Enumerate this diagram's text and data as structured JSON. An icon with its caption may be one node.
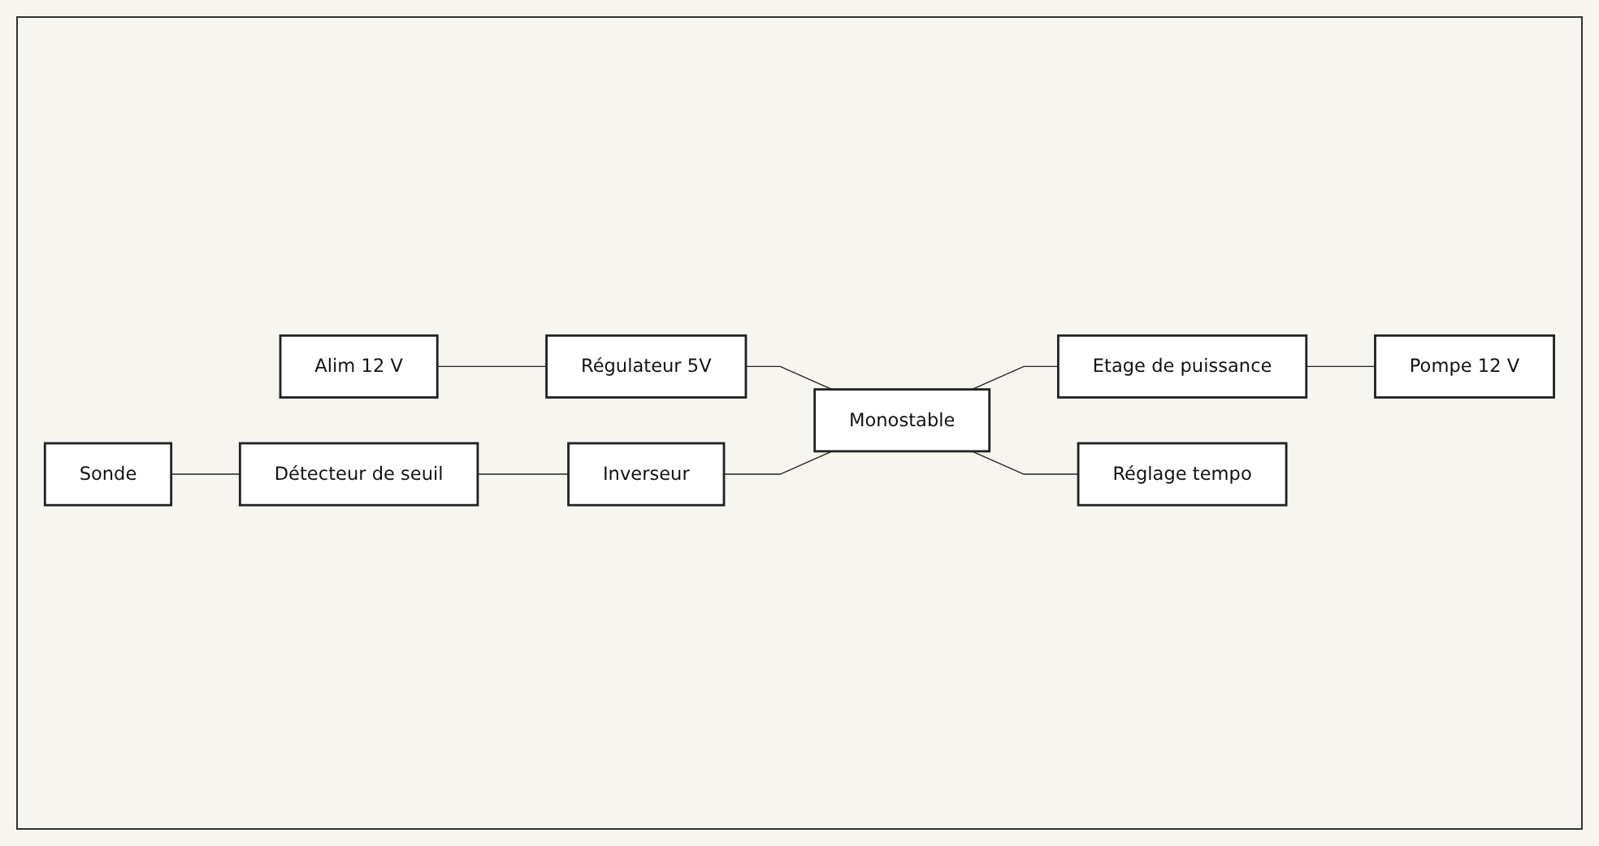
{
  "diagram": {
    "nodes": [
      {
        "text": [
          "Alim 12 V"
        ]
      },
      {
        "text": [
          "Régulateur 5V"
        ]
      },
      {
        "text": [
          "Sonde"
        ]
      },
      {
        "text": [
          "Détecteur de seuil"
        ]
      },
      {
        "text": [
          "Inverseur"
        ]
      },
      {
        "text": [
          "Monostable"
        ]
      },
      {
        "text": [
          "Pompe 12 V"
        ]
      },
      {
        "text": [
          "Etage de puissance"
        ]
      },
      {
        "text": [
          "Réglage tempo"
        ]
      }
    ],
    "edges": [
      {
        "from": 0,
        "to": 1,
        "arrow": "none"
      },
      {
        "from": 1,
        "to": 5,
        "arrow": "none"
      },
      {
        "from": 2,
        "to": 3,
        "arrow": "none"
      },
      {
        "from": 3,
        "to": 4,
        "arrow": "none"
      },
      {
        "from": 4,
        "to": 5,
        "arrow": "none"
      },
      {
        "from": 5,
        "to": 8,
        "arrow": "none"
      },
      {
        "from": 5,
        "to": 7,
        "arrow": "none"
      },
      {
        "from": 7,
        "to": 6,
        "arrow": "none"
      }
    ]
  }
}
